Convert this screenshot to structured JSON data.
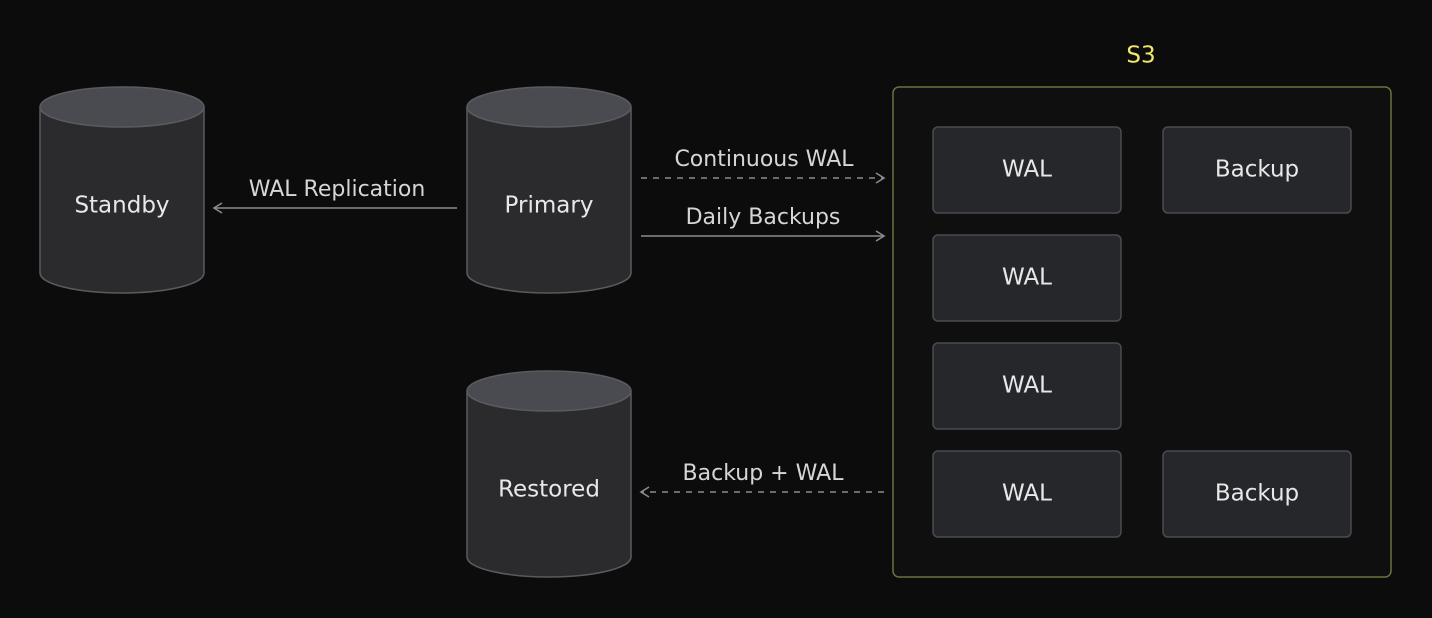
{
  "colors": {
    "background": "#0c0c0c",
    "cylinder_body": "#2b2b2e",
    "cylinder_top": "#4a4b50",
    "cylinder_stroke": "#5a5b60",
    "box_fill": "#26272a",
    "box_stroke": "#4a4b50",
    "group_stroke": "#6e7040",
    "group_fill": "#0f0f0f",
    "group_title": "#f2e86a",
    "arrow": "#8a8b90",
    "text": "#e8e8ea",
    "edge_text": "#d6d6d8"
  },
  "nodes": {
    "standby": {
      "label": "Standby",
      "icon": "database-icon"
    },
    "primary": {
      "label": "Primary",
      "icon": "database-icon"
    },
    "restored": {
      "label": "Restored",
      "icon": "database-icon"
    }
  },
  "s3": {
    "title": "S3",
    "items": [
      {
        "label": "WAL"
      },
      {
        "label": "Backup"
      },
      {
        "label": "WAL"
      },
      {
        "label": "WAL"
      },
      {
        "label": "WAL"
      },
      {
        "label": "Backup"
      }
    ]
  },
  "edges": {
    "wal_replication": {
      "label": "WAL Replication",
      "style": "solid"
    },
    "continuous_wal": {
      "label": "Continuous WAL",
      "style": "dashed"
    },
    "daily_backups": {
      "label": "Daily Backups",
      "style": "solid"
    },
    "backup_wal": {
      "label": "Backup + WAL",
      "style": "dashed"
    }
  }
}
